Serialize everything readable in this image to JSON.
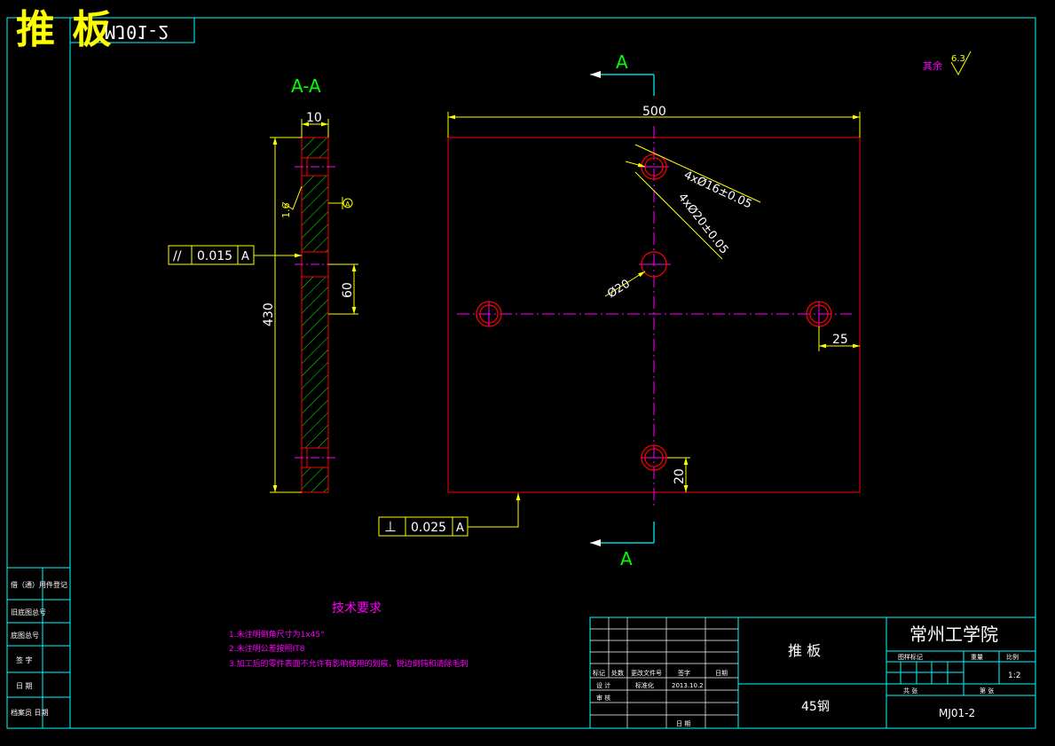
{
  "drawing": {
    "big_title": "推 板",
    "mirror_code": "MJ01-2",
    "roughness_other_label": "其余",
    "roughness_other_value": "6.3",
    "section_view_label": "A-A",
    "section_marker_top": "A",
    "section_marker_bottom": "A",
    "dimensions": {
      "thickness": "10",
      "height": "430",
      "roughness_side": "1.6",
      "hole_offset": "60",
      "width": "500",
      "edge_offset_right": "25",
      "edge_offset_bottom": "20",
      "hole_spec_1": "4xØ16±0.05",
      "hole_spec_2": "4xØ20±0.05",
      "hole_spec_3": "Ø20"
    },
    "datum_symbol": "A",
    "tolerances": {
      "parallelism": {
        "symbol": "//",
        "value": "0.015",
        "datum": "A"
      },
      "perpendicularity": {
        "symbol": "⊥",
        "value": "0.025",
        "datum": "A"
      }
    }
  },
  "tech_requirements": {
    "title": "技术要求",
    "items": [
      "1.未注明倒角尺寸为1x45°",
      "2.未注明公差按照IT8",
      "3.加工后的零件表面不允许有影响使用的划痕，锐边倒钝和清除毛刺"
    ]
  },
  "left_strip": {
    "rows": [
      "借（通）用件登记",
      "旧底图总号",
      "底图总号",
      "签 字",
      "日 期",
      "档案员 日期"
    ]
  },
  "title_block": {
    "part_name": "推 板",
    "material": "45钢",
    "school": "常州工学院",
    "drawing_no": "MJ01-2",
    "scale_label": "比例",
    "scale_value": "1:2",
    "weight_label": "重量",
    "stage_label": "图样标记",
    "sheet_total": "共 张",
    "sheet_no": "第 张",
    "rev_cols": [
      "标记",
      "处数",
      "更改文件号",
      "签字",
      "日期"
    ],
    "design_label": "设 计",
    "standard_label": "标准化",
    "design_date": "2013.10.2",
    "review_label": "审 核",
    "date_label": "日 期"
  },
  "colors": {
    "frame": "#00ffff",
    "outline": "#ff0000",
    "dimension": "#ffff00",
    "centerline": "#ff00ff",
    "hatch": "#00ff00",
    "section_label": "#00ff00",
    "requirements": "#ff00ff"
  }
}
